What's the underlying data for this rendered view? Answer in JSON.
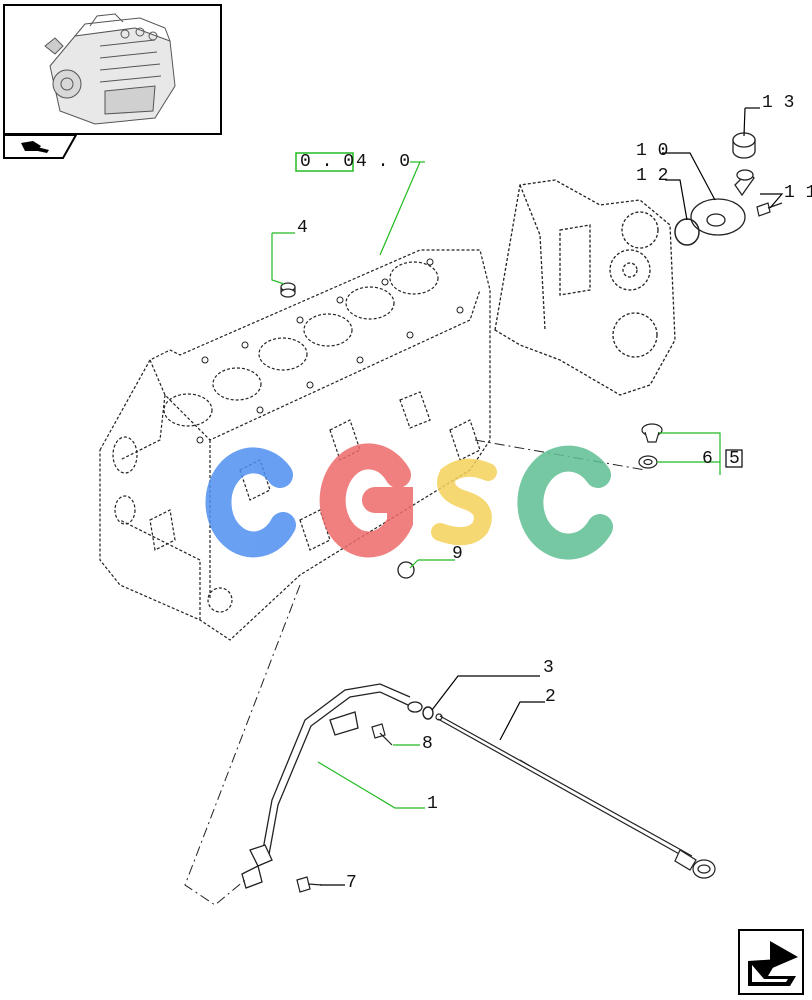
{
  "reference": {
    "boxed_part": "0 . 0",
    "rest": "4 . 0"
  },
  "callouts": [
    {
      "id": "c1",
      "text": "1"
    },
    {
      "id": "c2",
      "text": "2"
    },
    {
      "id": "c3",
      "text": "3"
    },
    {
      "id": "c4",
      "text": "4"
    },
    {
      "id": "c5",
      "text": "5"
    },
    {
      "id": "c6",
      "text": "6"
    },
    {
      "id": "c7",
      "text": "7"
    },
    {
      "id": "c8",
      "text": "8"
    },
    {
      "id": "c9",
      "text": "9"
    },
    {
      "id": "c10",
      "text": "1 0"
    },
    {
      "id": "c11",
      "text": "1 1"
    },
    {
      "id": "c12",
      "text": "1 2"
    },
    {
      "id": "c13",
      "text": "1 3"
    }
  ],
  "watermark": {
    "letters": [
      "C",
      "G",
      "S",
      "C"
    ],
    "colors": [
      "#4f8ff0",
      "#ee6a6a",
      "#f5d25a",
      "#5fbf94"
    ]
  },
  "colors": {
    "leader_green": "#22bb22",
    "leader_black": "#000000",
    "line_art": "#222222"
  },
  "icons": {
    "thumbnail": "engine-thumbnail-icon",
    "tab": "wrench-hand-icon",
    "nav": "arrow-back-icon"
  }
}
